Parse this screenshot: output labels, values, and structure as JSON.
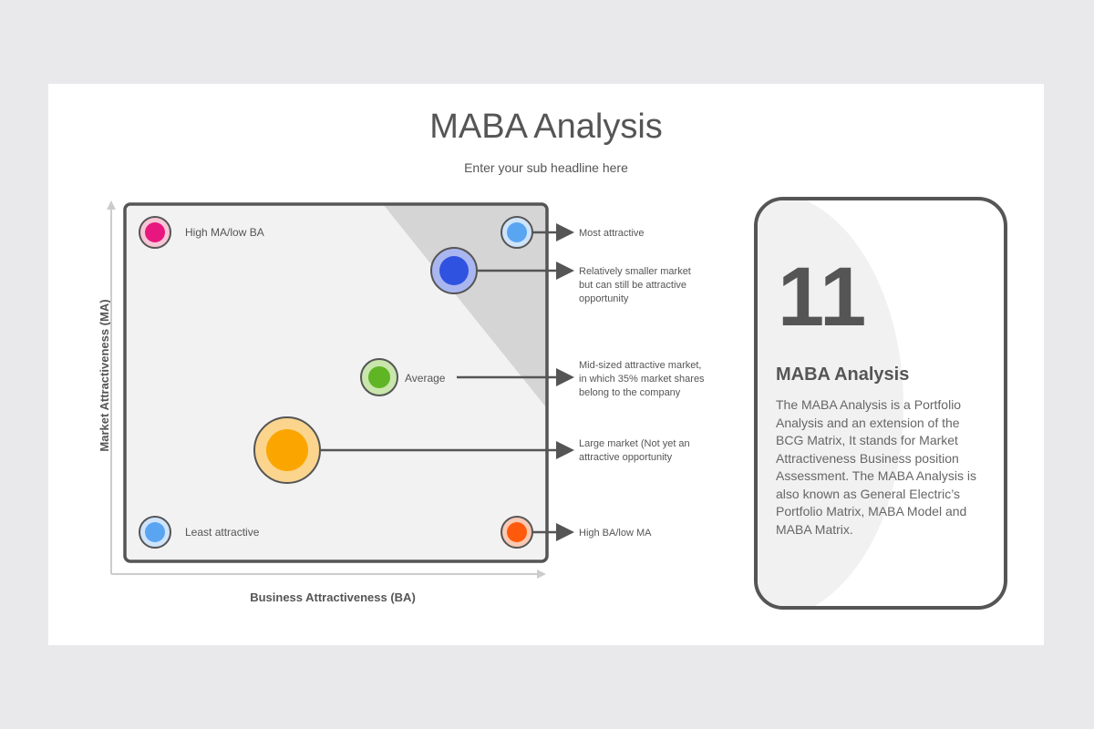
{
  "title": "MABA Analysis",
  "subtitle": "Enter your sub headline here",
  "axes": {
    "y_label": "Market Attractiveness (MA)",
    "x_label": "Business Attractiveness (BA)"
  },
  "items": [
    {
      "id": "high-ma-low-ba",
      "label": "High MA/low BA",
      "color": "#e8177f"
    },
    {
      "id": "most-attractive",
      "desc": [
        "Most attractive"
      ],
      "color": "#5aa5f2"
    },
    {
      "id": "smaller-market",
      "desc": [
        "Relatively smaller market",
        "but can still be attractive",
        "opportunity"
      ],
      "color": "#2f52e0"
    },
    {
      "id": "average",
      "label": "Average",
      "desc": [
        "Mid-sized attractive market,",
        "in which 35% market shares",
        "belong to the company"
      ],
      "color": "#5fb523"
    },
    {
      "id": "large-market",
      "desc": [
        "Large market (Not yet an",
        "attractive opportunity"
      ],
      "color": "#fba600"
    },
    {
      "id": "least-attractive",
      "label": "Least attractive",
      "color": "#5aa5f2"
    },
    {
      "id": "high-ba-low-ma",
      "desc": [
        "High BA/low MA"
      ],
      "color": "#ff5a0c"
    }
  ],
  "card": {
    "number": "11",
    "heading": "MABA Analysis",
    "body": "The MABA Analysis is a Portfolio Analysis and an extension of the BCG Matrix, It stands for Market Attractiveness Business position Assessment. The MABA Analysis is also known as General Electric’s Portfolio Matrix, MABA Model and MABA Matrix."
  }
}
